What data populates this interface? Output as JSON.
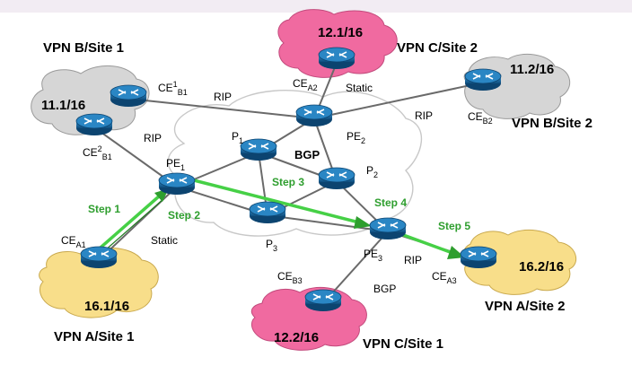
{
  "sites": {
    "vpn_b_site1": "VPN B/Site 1",
    "vpn_c_site2": "VPN C/Site 2",
    "vpn_b_site2": "VPN B/Site 2",
    "vpn_a_site1": "VPN A/Site 1",
    "vpn_a_site2": "VPN A/Site 2",
    "vpn_c_site1": "VPN C/Site 1"
  },
  "networks": {
    "n11_1": "11.1/16",
    "n12_1": "12.1/16",
    "n11_2": "11.2/16",
    "n16_1": "16.1/16",
    "n16_2": "16.2/16",
    "n12_2": "12.2/16"
  },
  "routers": {
    "ce1_b1": {
      "base": "CE",
      "sup": "1",
      "sub": "B1"
    },
    "ce2_b1": {
      "base": "CE",
      "sup": "2",
      "sub": "B1"
    },
    "ce_a2": {
      "base": "CE",
      "sub": "A2"
    },
    "ce_b2": {
      "base": "CE",
      "sub": "B2"
    },
    "ce_a1": {
      "base": "CE",
      "sub": "A1"
    },
    "ce_a3": {
      "base": "CE",
      "sub": "A3"
    },
    "ce_b3": {
      "base": "CE",
      "sub": "B3"
    },
    "pe1": {
      "base": "PE",
      "sub": "1"
    },
    "pe2": {
      "base": "PE",
      "sub": "2"
    },
    "pe3": {
      "base": "PE",
      "sub": "3"
    },
    "p1": {
      "base": "P",
      "sub": "1"
    },
    "p2": {
      "base": "P",
      "sub": "2"
    },
    "p3": {
      "base": "P",
      "sub": "3"
    }
  },
  "protocols": {
    "rip_ce1b1": "RIP",
    "rip_ce2b1": "RIP",
    "static_cea2": "Static",
    "rip_ceb2": "RIP",
    "bgp_core": "BGP",
    "static_cea1": "Static",
    "rip_cea3": "RIP",
    "bgp_ceb3": "BGP"
  },
  "steps": {
    "step1": "Step 1",
    "step2": "Step 2",
    "step3": "Step 3",
    "step4": "Step 4",
    "step5": "Step 5"
  },
  "colors": {
    "cloud_gray": "#d6d6d6",
    "cloud_pink": "#f06aa0",
    "cloud_yellow": "#f8de8a",
    "router_blue": "#1f6fa6",
    "step_green": "#2e9e2e",
    "arrow_green": "#46d046"
  }
}
